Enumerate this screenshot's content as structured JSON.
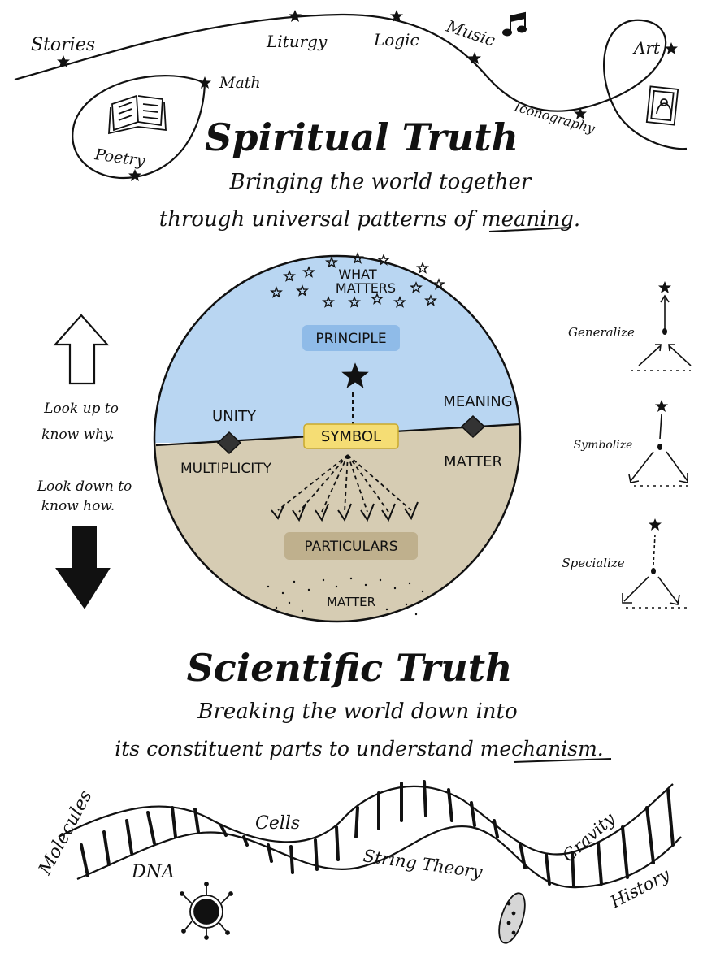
{
  "spiritual": {
    "path_labels": [
      "Stories",
      "Liturgy",
      "Logic",
      "Music",
      "Art",
      "Math",
      "Poetry",
      "Iconography"
    ],
    "title": "Spiritual Truth",
    "subtitle_line1": "Bringing the world together",
    "subtitle_line2": "through universal patterns of meaning."
  },
  "globe": {
    "what_matters_line1": "WHAT",
    "what_matters_line2": "MATTERS",
    "principle": "PRINCIPLE",
    "unity": "UNITY",
    "meaning": "MEANING",
    "symbol": "SYMBOL",
    "multiplicity": "MULTIPLICITY",
    "matter_right": "MATTER",
    "particulars": "PARTICULARS",
    "matter_bottom": "MATTER",
    "colors": {
      "sky": "#b9d6f2",
      "ground": "#d6ccb3",
      "symbol_fill": "#f5dd74",
      "principle_fill": "#8fbbe8",
      "particulars_fill": "#bfb08d"
    }
  },
  "left_side": {
    "look_up_line1": "Look up to",
    "look_up_line2": "know why.",
    "look_down_line1": "Look down to",
    "look_down_line2": "know how."
  },
  "right_side": {
    "generalize": "Generalize",
    "symbolize": "Symbolize",
    "specialize": "Specialize"
  },
  "scientific": {
    "title": "Scientific Truth",
    "subtitle_line1": "Breaking the world down into",
    "subtitle_line2": "its constituent parts to understand mechanism."
  },
  "dna_labels": {
    "molecules": "Molecules",
    "dna": "DNA",
    "cells": "Cells",
    "string_theory": "String Theory",
    "gravity": "Gravity",
    "history": "History"
  }
}
